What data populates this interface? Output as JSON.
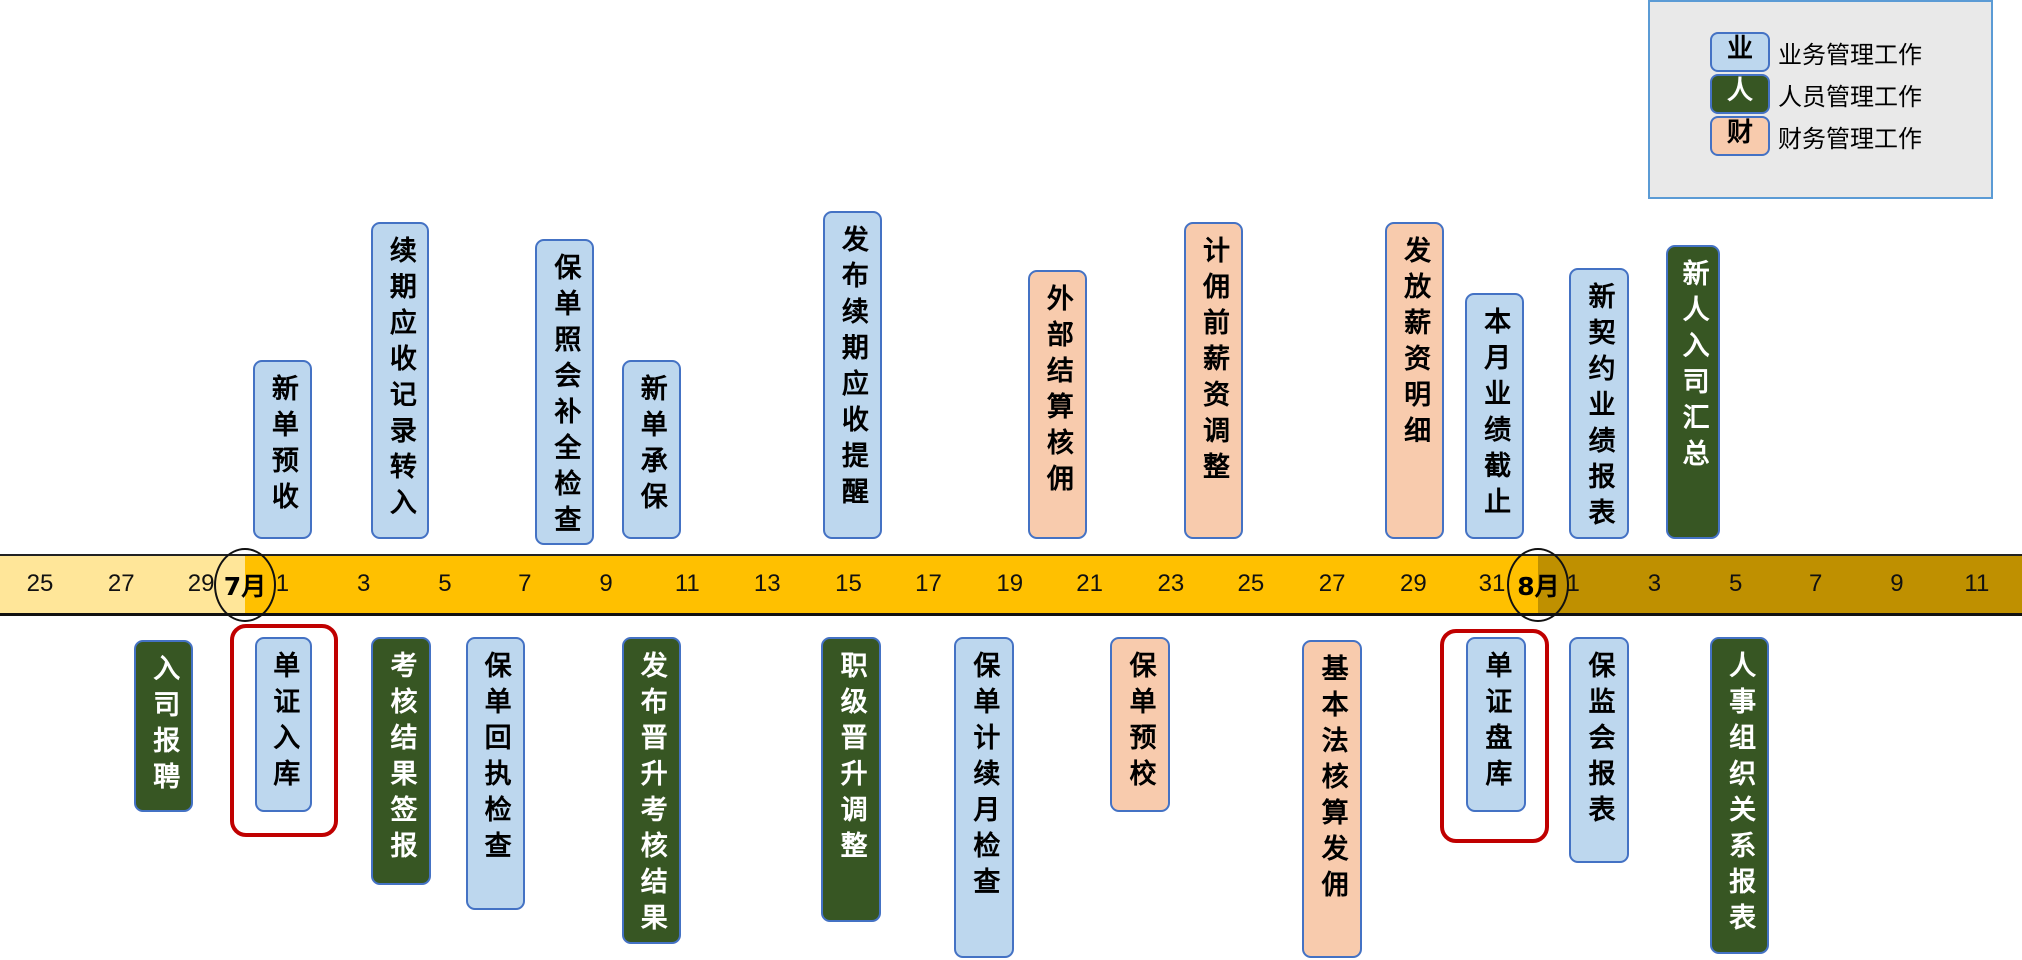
{
  "legend": {
    "items": [
      {
        "icon_text": "业",
        "label": "业务管理工作",
        "category": "business"
      },
      {
        "icon_text": "人",
        "label": "人员管理工作",
        "category": "personnel"
      },
      {
        "icon_text": "财",
        "label": "财务管理工作",
        "category": "finance"
      }
    ]
  },
  "colors": {
    "business": "#bdd7ee",
    "personnel": "#375623",
    "finance": "#f8cbad",
    "prev_month": "#ffe699",
    "current_month": "#ffc000",
    "next_month": "#bf9000",
    "highlight": "#c00000"
  },
  "timeline": {
    "ticks": [
      "25",
      "27",
      "29",
      "1",
      "3",
      "5",
      "7",
      "9",
      "11",
      "13",
      "15",
      "17",
      "19",
      "21",
      "23",
      "25",
      "27",
      "29",
      "31",
      "1",
      "3",
      "5",
      "7",
      "9",
      "11"
    ],
    "months": [
      "7月",
      "8月"
    ]
  },
  "top_tasks": [
    {
      "label": "新单预收",
      "category": "business"
    },
    {
      "label": "续期应收记录转入",
      "category": "business"
    },
    {
      "label": "保单照会补全检查",
      "category": "business"
    },
    {
      "label": "新单承保",
      "category": "business"
    },
    {
      "label": "发布续期应收提醒",
      "category": "business"
    },
    {
      "label": "外部结算核佣",
      "category": "finance"
    },
    {
      "label": "计佣前薪资调整",
      "category": "finance"
    },
    {
      "label": "发放薪资明细",
      "category": "finance"
    },
    {
      "label": "本月业绩截止",
      "category": "business"
    },
    {
      "label": "新契约业绩报表",
      "category": "business"
    },
    {
      "label": "新人入司汇总",
      "category": "personnel"
    }
  ],
  "bottom_tasks": [
    {
      "label": "入司报聘",
      "category": "personnel"
    },
    {
      "label": "单证入库",
      "category": "business",
      "highlighted": true
    },
    {
      "label": "考核结果签报",
      "category": "personnel"
    },
    {
      "label": "保单回执检查",
      "category": "business"
    },
    {
      "label": "发布晋升考核结果",
      "category": "personnel"
    },
    {
      "label": "职级晋升调整",
      "category": "personnel"
    },
    {
      "label": "保单计续月检查",
      "category": "business"
    },
    {
      "label": "保单预校",
      "category": "finance"
    },
    {
      "label": "基本法核算发佣",
      "category": "finance"
    },
    {
      "label": "单证盘库",
      "category": "business",
      "highlighted": true
    },
    {
      "label": "保监会报表",
      "category": "business"
    },
    {
      "label": "人事组织关系报表",
      "category": "personnel"
    }
  ]
}
